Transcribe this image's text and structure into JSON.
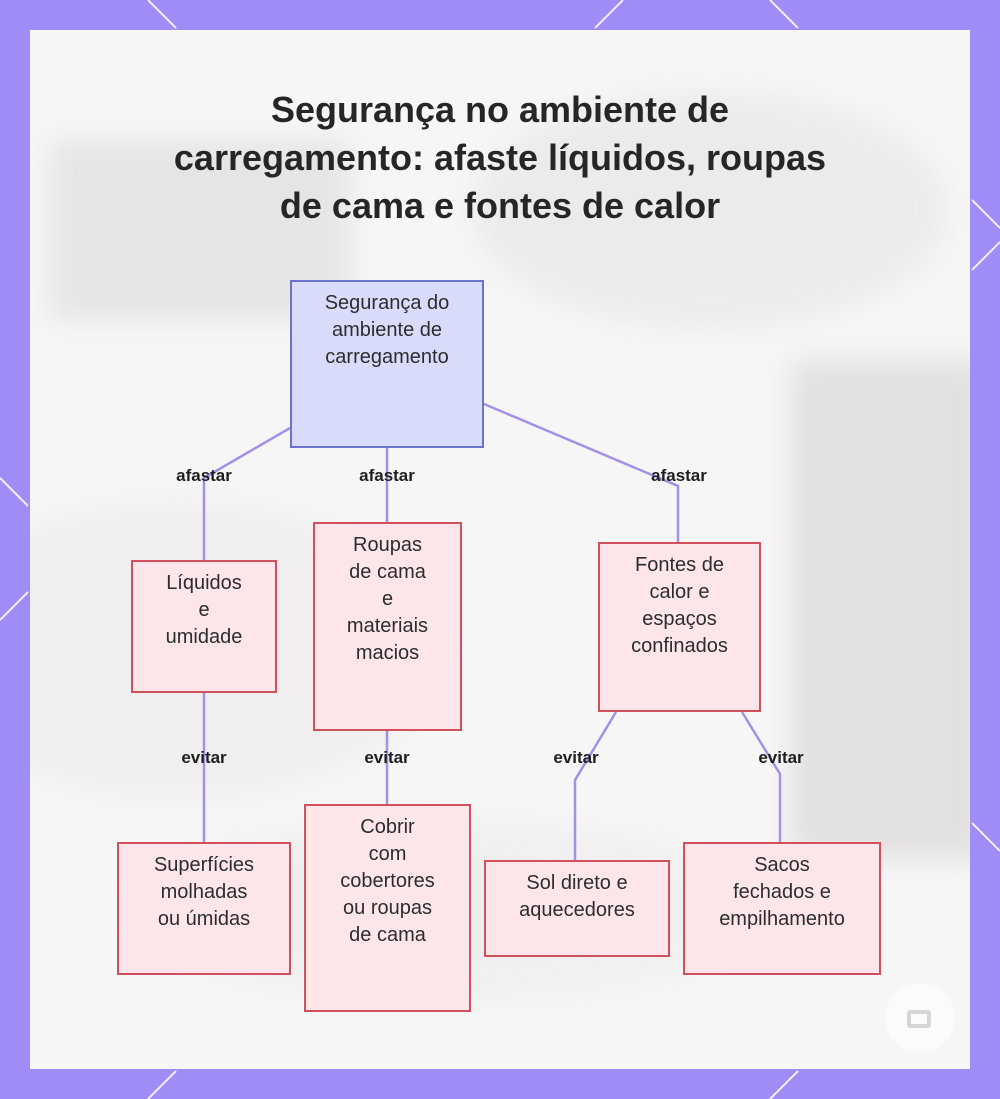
{
  "title": "Segurança no ambiente de carregamento: afaste líquidos, roupas de cama e fontes de calor",
  "nodes": {
    "root": "Segurança do\nambiente de\ncarregamento",
    "liquids": "Líquidos\ne\numidade",
    "bedding": "Roupas\nde cama\ne\nmateriais\nmacios",
    "heat": "Fontes de\ncalor e\nespaços\nconfinados",
    "wet_surfaces": "Superfícies\nmolhadas\nou úmidas",
    "cover": "Cobrir\ncom\ncobertores\nou roupas\nde cama",
    "sun": "Sol direto e\naquecedores",
    "bags": "Sacos\nfechados e\nempilhamento"
  },
  "edge_labels": {
    "root_liquids": "afastar",
    "root_bedding": "afastar",
    "root_heat": "afastar",
    "liquids_wet": "evitar",
    "bedding_cover": "evitar",
    "heat_sun": "evitar",
    "heat_bags": "evitar"
  },
  "colors": {
    "frame": "#a08cf7",
    "root_fill": "#d9dbfb",
    "root_border": "#6d71d0",
    "node_fill": "#fde6ea",
    "node_border": "#d0505e",
    "edge": "#a590e8"
  }
}
